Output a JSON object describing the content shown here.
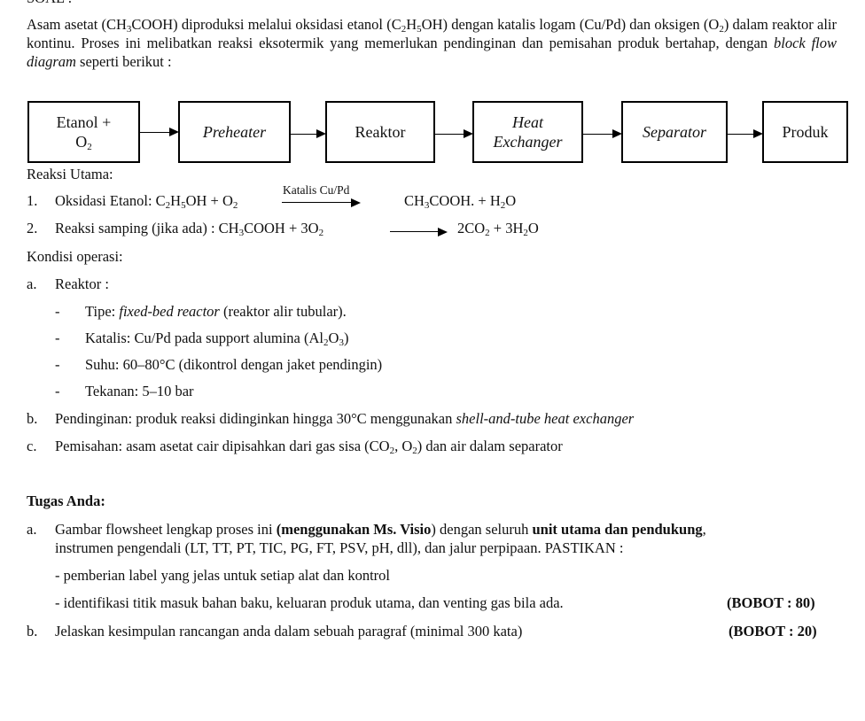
{
  "heading_cut": "SOAL :",
  "intro": {
    "s1": "Asam asetat (CH",
    "s1_sub1": "3",
    "s1b": "COOH) diproduksi melalui oksidasi etanol (C",
    "s1_sub2": "2",
    "s1c": "H",
    "s1_sub3": "5",
    "s1d": "OH) dengan katalis logam (Cu/Pd) dan oksigen (O",
    "s1_sub4": "2",
    "s1e": ") dalam reaktor alir kontinu. Proses ini melibatkan reaksi eksotermik yang memerlukan pendinginan dan pemisahan produk bertahap, dengan ",
    "s1_it": "block flow diagram",
    "s1f": " seperti berikut :"
  },
  "flow": {
    "b1a": "Etanol +",
    "b1b": "O",
    "b1b_sub": "2",
    "b2": "Preheater",
    "b3": "Reaktor",
    "b4a": "Heat",
    "b4b": "Exchanger",
    "b5": "Separator",
    "b6": "Produk"
  },
  "reaksi_utama": "Reaksi Utama:",
  "r1": {
    "num": "1.",
    "lhs": "Oksidasi Etanol: C",
    "lhs_s1": "2",
    "lhs_b": "H",
    "lhs_s2": "5",
    "lhs_c": "OH + O",
    "lhs_s3": "2",
    "catalyst": "Katalis Cu/Pd",
    "rhs": "CH",
    "rhs_s1": "3",
    "rhs_b": "COOH. + H",
    "rhs_s2": "2",
    "rhs_c": "O"
  },
  "r2": {
    "num": "2.",
    "lhs": "Reaksi samping (jika ada) :  CH",
    "lhs_s1": "3",
    "lhs_b": "COOH + 3O",
    "lhs_s2": "2",
    "rhs": "2CO",
    "rhs_s1": "2",
    "rhs_b": "  +  3H",
    "rhs_s2": "2",
    "rhs_c": "O"
  },
  "kondisi": "Kondisi operasi:",
  "a": {
    "letter": "a.",
    "label": "Reaktor :"
  },
  "bullets": {
    "dash": "-",
    "tipe_a": "Tipe: ",
    "tipe_it": "fixed-bed reactor",
    "tipe_b": " (reaktor alir tubular).",
    "katalis_a": "Katalis: Cu/Pd pada support alumina (Al",
    "katalis_s1": "2",
    "katalis_b": "O",
    "katalis_s2": "3",
    "katalis_c": ")",
    "suhu": "Suhu: 60–80°C (dikontrol dengan jaket pendingin)",
    "tekanan": "Tekanan: 5–10 bar"
  },
  "b_item": {
    "letter": "b.",
    "text_a": "Pendinginan: produk reaksi didinginkan hingga 30°C menggunakan ",
    "text_it": "shell-and-tube heat exchanger"
  },
  "c_item": {
    "letter": "c.",
    "text_a": "Pemisahan: asam asetat cair dipisahkan dari gas sisa (CO",
    "s1": "2",
    "text_b": ", O",
    "s2": "2",
    "text_c": ") dan air dalam separator"
  },
  "tugas": {
    "title": "Tugas Anda:",
    "a_letter": "a.",
    "a1": "Gambar flowsheet lengkap proses ini ",
    "a1_bold": "(menggunakan Ms. Visio",
    "a1b": ") dengan seluruh ",
    "a1_bold2": "unit utama dan pendukung",
    "a1c": ",",
    "a2": "instrumen pengendali (LT, TT, PT, TIC, PG, FT, PSV, pH, dll), dan jalur perpipaan. PASTIKAN :",
    "a3": "- pemberian label yang jelas untuk setiap alat dan kontrol",
    "a4": "- identifikasi titik masuk bahan baku, keluaran produk utama, dan venting gas bila ada.",
    "a4_weight": "(BOBOT : 80)",
    "b_letter": "b.",
    "b1": "Jelaskan kesimpulan rancangan anda dalam sebuah paragraf (minimal 300 kata)",
    "b1_weight": "(BOBOT : 20)"
  }
}
